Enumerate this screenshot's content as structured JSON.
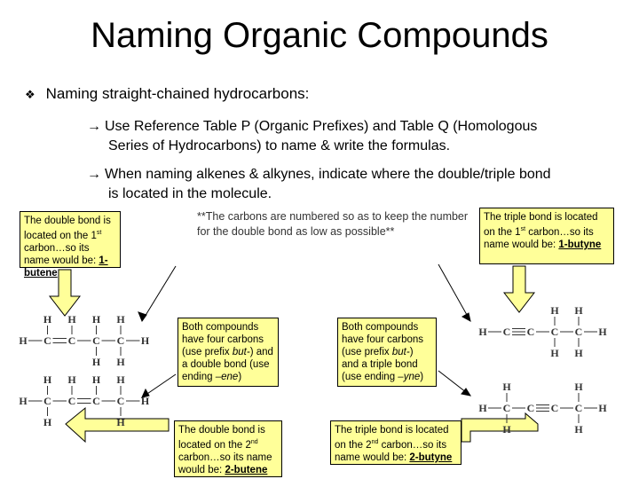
{
  "title": "Naming Organic Compounds",
  "bullet": {
    "icon": "diamond-bullet-icon",
    "text": "Naming straight-chained hydrocarbons:"
  },
  "subpoints": [
    {
      "line1": "Use Reference Table P (Organic Prefixes) and Table Q (Homologous",
      "line2": "Series of Hydrocarbons) to name & write the formulas."
    },
    {
      "line1": "When naming alkenes & alkynes, indicate where the double/triple bond",
      "line2": "is located in the molecule."
    }
  ],
  "note": "**The carbons are numbered so as to keep the number for the double bond as low as possible**",
  "boxes": {
    "double_1": {
      "pre": "The double bond is located on the 1",
      "sup": "st",
      "post": " carbon…so its name would be: ",
      "name": "1-butene"
    },
    "triple_1": {
      "pre": "The triple bond is located on the 1",
      "sup": "st",
      "post": " carbon…so its name would be: ",
      "name": "1-butyne"
    },
    "double_2": {
      "pre": "The double bond is located on the 2",
      "sup": "nd",
      "post": " carbon…so its name would be: ",
      "name": "2-butene"
    },
    "triple_2": {
      "pre": "The triple bond is located on the 2",
      "sup": "nd",
      "post": " carbon…so its name would be: ",
      "name": "2-butyne"
    },
    "both_ene": {
      "pre": "Both compounds have four carbons (use prefix ",
      "prefix": "but-",
      "mid": ") and a double bond (use ending ",
      "ending": "–ene",
      "end": ")"
    },
    "both_yne": {
      "pre": "Both compounds have four carbons (use prefix ",
      "prefix": "but-",
      "mid": ") and a triple bond (use ending ",
      "ending": "–yne",
      "end": ")"
    }
  },
  "atoms": {
    "h": "H",
    "c": "C"
  },
  "colors": {
    "box_fill": "#ffff99",
    "arrow_fill": "#ffff99"
  }
}
